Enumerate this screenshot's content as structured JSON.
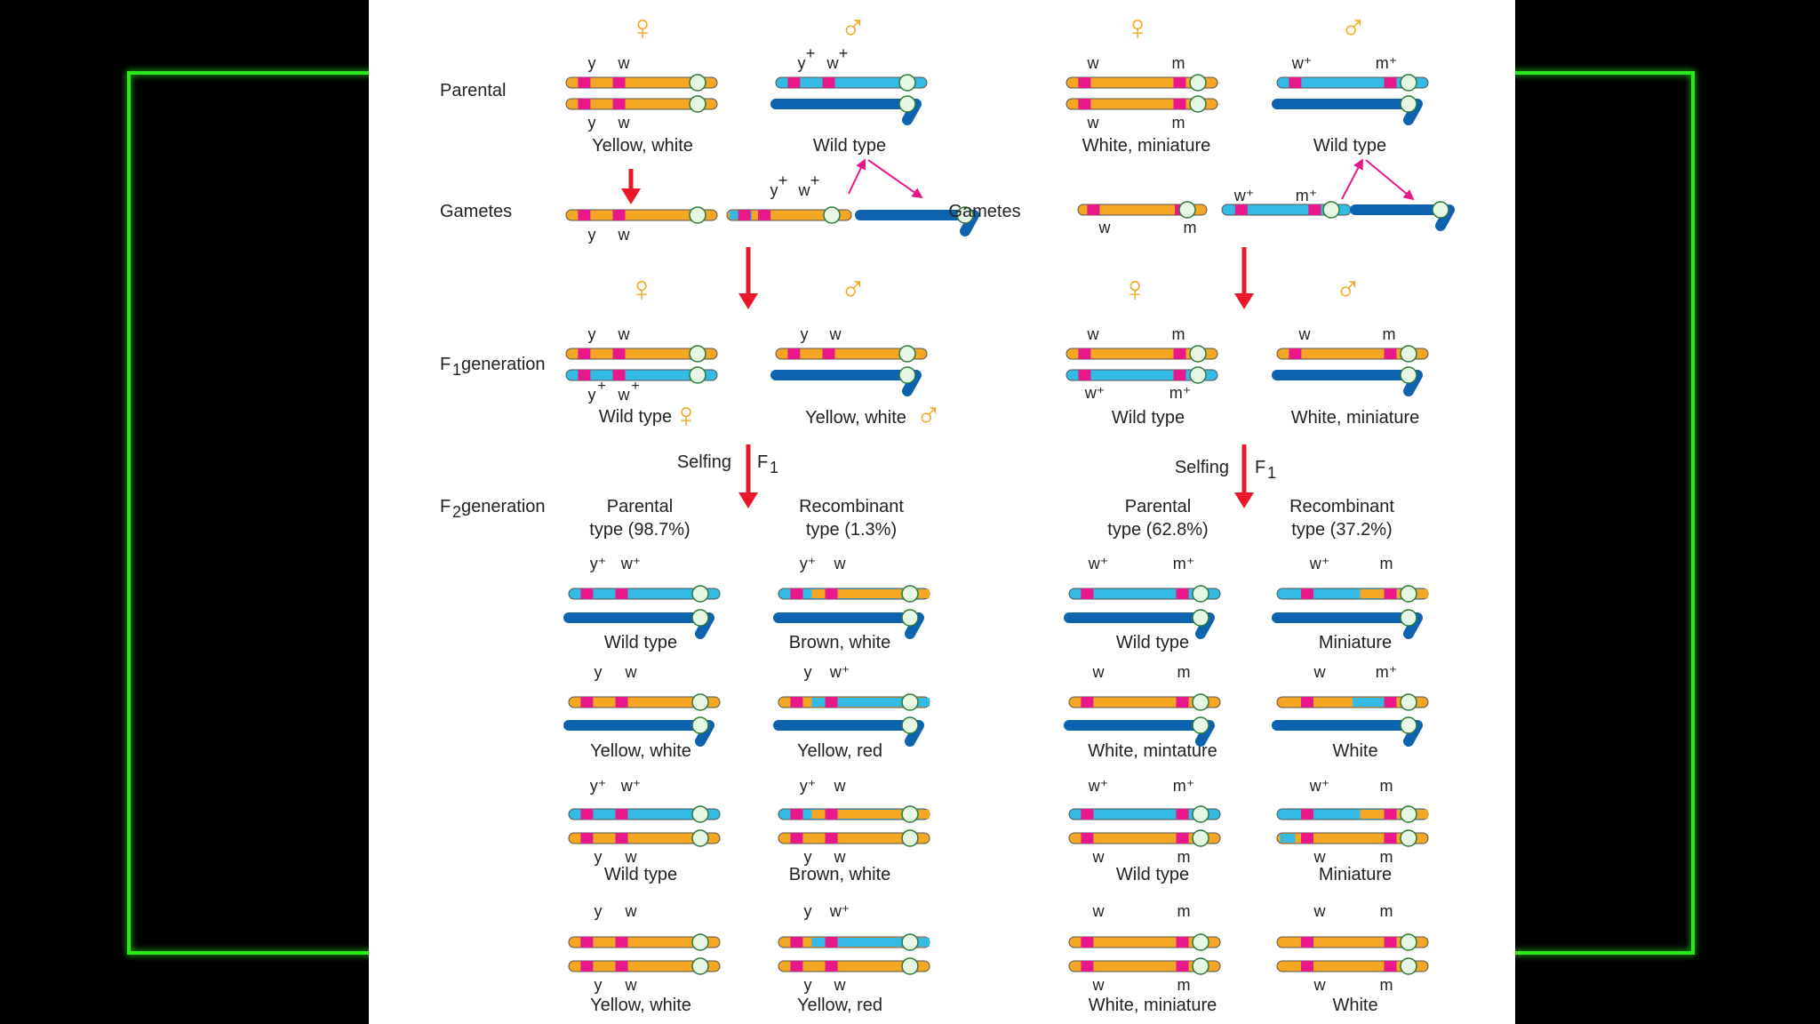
{
  "colors": {
    "orange": "#f5a623",
    "light_blue": "#33bbe6",
    "dark_blue": "#0d63b0",
    "magenta": "#e8188a",
    "arrow_red": "#e8182a",
    "centromere": "#e6f7e3",
    "frame_green": "#29e81a",
    "background": "#000000",
    "panel": "#ffffff"
  },
  "symbols": {
    "female": "♀",
    "male": "♂"
  },
  "row_labels": {
    "parental": "Parental",
    "gametes": "Gametes",
    "f1": "F",
    "f1_sub": "1",
    "f1_rest": " generation",
    "f2": "F",
    "f2_sub": "2",
    "f2_rest": " generation",
    "selfing": "Selfing",
    "selfing_f": "F",
    "selfing_sub": "1"
  },
  "left_cross": {
    "parental": {
      "female_loci_top": [
        "y",
        "w"
      ],
      "female_loci_bottom": [
        "y",
        "w"
      ],
      "female_label": "Yellow, white",
      "male_loci": [
        "y",
        "w"
      ],
      "male_plus": [
        "+",
        "+"
      ],
      "male_label": "Wild type"
    },
    "gametes": {
      "female_loci": [
        "y",
        "w"
      ],
      "male_loci": [
        "y",
        "w"
      ],
      "male_plus": [
        "+",
        "+"
      ]
    },
    "f1": {
      "female_loci_top": [
        "y",
        "w"
      ],
      "female_loci_bottom": [
        "y",
        "w"
      ],
      "female_plus": [
        "+",
        "+"
      ],
      "female_label": "Wild type",
      "male_loci": [
        "y",
        "w"
      ],
      "male_label": "Yellow, white"
    },
    "f2_headers": {
      "parental": "Parental",
      "parental_pct": "type (98.7%)",
      "recombinant": "Recombinant",
      "recombinant_pct": "type (1.3%)"
    },
    "f2_parental": [
      {
        "top": [
          "y⁺",
          "w⁺"
        ],
        "bottom": [],
        "label": "Wild type"
      },
      {
        "top": [
          "y",
          "w"
        ],
        "bottom": [],
        "label": "Yellow, white"
      },
      {
        "top": [
          "y⁺",
          "w⁺"
        ],
        "bottom": [
          "y",
          "w"
        ],
        "label": "Wild type"
      },
      {
        "top": [
          "y",
          "w"
        ],
        "bottom": [
          "y",
          "w"
        ],
        "label": "Yellow, white"
      }
    ],
    "f2_recombinant": [
      {
        "top": [
          "y⁺",
          "w"
        ],
        "bottom": [],
        "label": "Brown, white"
      },
      {
        "top": [
          "y",
          "w⁺"
        ],
        "bottom": [],
        "label": "Yellow, red"
      },
      {
        "top": [
          "y⁺",
          "w"
        ],
        "bottom": [
          "y",
          "w"
        ],
        "label": "Brown, white"
      },
      {
        "top": [
          "y",
          "w⁺"
        ],
        "bottom": [
          "y",
          "w"
        ],
        "label": "Yellow, red"
      }
    ]
  },
  "right_cross": {
    "parental": {
      "female_loci_top": [
        "w",
        "m"
      ],
      "female_loci_bottom": [
        "w",
        "m"
      ],
      "female_label": "White, miniature",
      "male_loci": [
        "w⁺",
        "m⁺"
      ],
      "male_label": "Wild type"
    },
    "gametes": {
      "female_loci": [
        "w",
        "m"
      ],
      "male_loci": [
        "w⁺",
        "m⁺"
      ]
    },
    "f1": {
      "female_loci_top": [
        "w",
        "m"
      ],
      "female_loci_bottom": [
        "w⁺",
        "m⁺"
      ],
      "female_label": "Wild type",
      "male_loci": [
        "w",
        "m"
      ],
      "male_label": "White, miniature"
    },
    "f2_headers": {
      "parental": "Parental",
      "parental_pct": "type (62.8%)",
      "recombinant": "Recombinant",
      "recombinant_pct": "type (37.2%)"
    },
    "f2_parental": [
      {
        "top": [
          "w⁺",
          "m⁺"
        ],
        "bottom": [],
        "label": "Wild type"
      },
      {
        "top": [
          "w",
          "m"
        ],
        "bottom": [],
        "label": "White, mintature"
      },
      {
        "top": [
          "w⁺",
          "m⁺"
        ],
        "bottom": [
          "w",
          "m"
        ],
        "label": "Wild type"
      },
      {
        "top": [
          "w",
          "m"
        ],
        "bottom": [
          "w",
          "m"
        ],
        "label": "White, miniature"
      }
    ],
    "f2_recombinant": [
      {
        "top": [
          "w⁺",
          "m"
        ],
        "bottom": [],
        "label": "Miniature"
      },
      {
        "top": [
          "w",
          "m⁺"
        ],
        "bottom": [],
        "label": "White"
      },
      {
        "top": [
          "w⁺",
          "m"
        ],
        "bottom": [
          "w",
          "m"
        ],
        "label": "Miniature"
      },
      {
        "top": [
          "w",
          "m"
        ],
        "bottom": [
          "w",
          "m"
        ],
        "label": "White"
      }
    ]
  }
}
